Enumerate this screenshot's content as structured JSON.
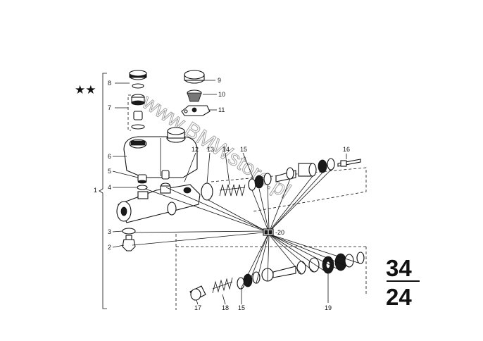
{
  "stars": "★★",
  "watermark": "www.BMWstore.pl",
  "page_number": {
    "top": "34",
    "bottom": "24"
  },
  "callouts": [
    {
      "id": "c1",
      "text": "1"
    },
    {
      "id": "c2",
      "text": "2"
    },
    {
      "id": "c3",
      "text": "3"
    },
    {
      "id": "c4",
      "text": "4"
    },
    {
      "id": "c5",
      "text": "5"
    },
    {
      "id": "c6",
      "text": "6"
    },
    {
      "id": "c7",
      "text": "7"
    },
    {
      "id": "c8",
      "text": "8"
    },
    {
      "id": "c9",
      "text": "9"
    },
    {
      "id": "c10",
      "text": "10"
    },
    {
      "id": "c11",
      "text": "11"
    },
    {
      "id": "c12",
      "text": "12"
    },
    {
      "id": "c13",
      "text": "13"
    },
    {
      "id": "c14",
      "text": "14"
    },
    {
      "id": "c15a",
      "text": "15"
    },
    {
      "id": "c16",
      "text": "16"
    },
    {
      "id": "c17",
      "text": "17"
    },
    {
      "id": "c18",
      "text": "18"
    },
    {
      "id": "c15b",
      "text": "15"
    },
    {
      "id": "c19",
      "text": "19"
    },
    {
      "id": "c20",
      "text": "-20"
    }
  ]
}
